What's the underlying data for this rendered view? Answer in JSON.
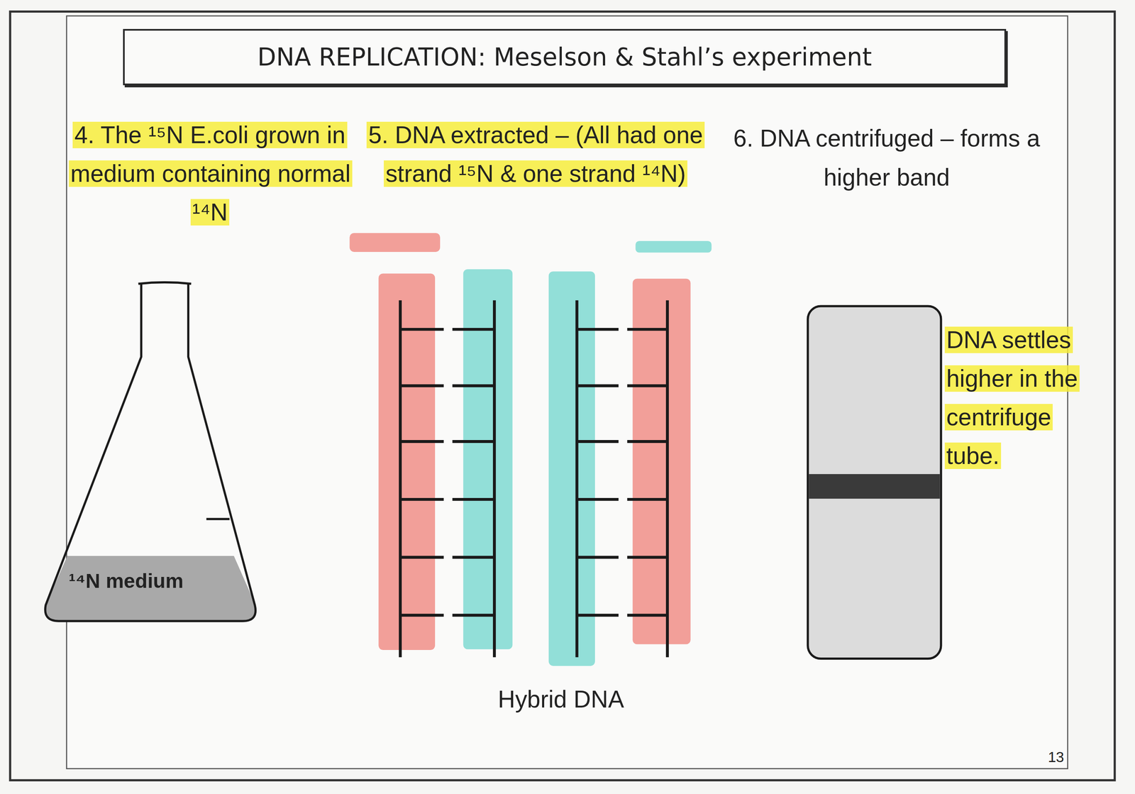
{
  "diagram": {
    "title": "DNA REPLICATION: Meselson & Stahl’s experiment",
    "nodes": [
      {
        "text": [
          "¹⁴N medium"
        ]
      }
    ],
    "labels": [
      "4. The ¹⁵N E.coli grown in medium containing normal ¹⁴N",
      "5. DNA extracted – (All had one strand ¹⁵N & one strand ¹⁴N)",
      "6. DNA centrifuged – forms a higher band",
      "DNA settles higher in the centrifuge tube.",
      "Hybrid DNA",
      "13"
    ]
  }
}
